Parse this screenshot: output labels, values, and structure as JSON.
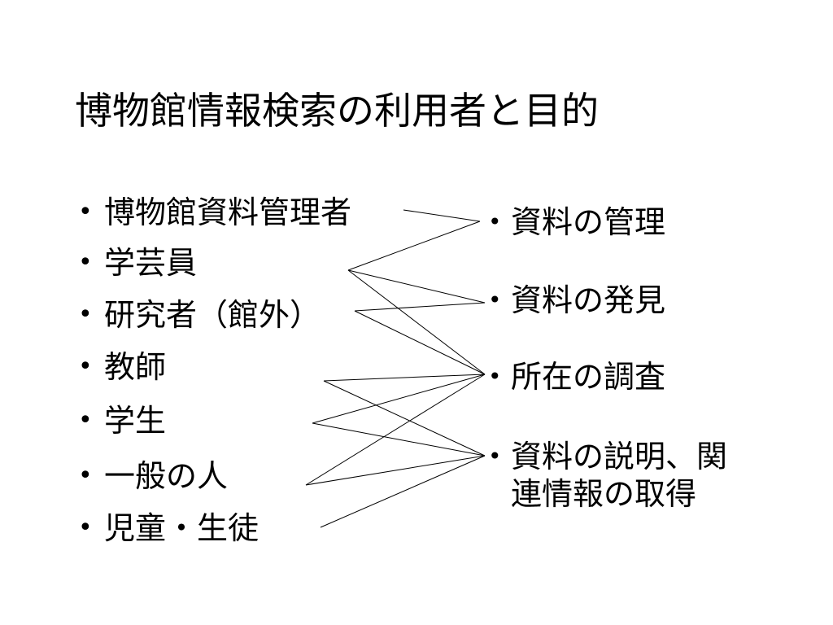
{
  "slide": {
    "title": "博物館情報検索の利用者と目的"
  },
  "diagram": {
    "bullet_symbol": "•",
    "users": [
      {
        "id": "u1",
        "label": "博物館資料管理者"
      },
      {
        "id": "u2",
        "label": "学芸員"
      },
      {
        "id": "u3",
        "label": "研究者（館外）"
      },
      {
        "id": "u4",
        "label": "教師"
      },
      {
        "id": "u5",
        "label": "学生"
      },
      {
        "id": "u6",
        "label": "一般の人"
      },
      {
        "id": "u7",
        "label": "児童・生徒"
      }
    ],
    "purposes": [
      {
        "id": "p1",
        "label": "資料の管理"
      },
      {
        "id": "p2",
        "label": "資料の発見"
      },
      {
        "id": "p3",
        "label": "所在の調査"
      },
      {
        "id": "p4",
        "line1": "資料の説明、関",
        "line2": "連情報の取得"
      }
    ],
    "edges": [
      {
        "from": "u1",
        "to": "p1"
      },
      {
        "from": "u2",
        "to": "p1"
      },
      {
        "from": "u2",
        "to": "p2"
      },
      {
        "from": "u2",
        "to": "p3"
      },
      {
        "from": "u3",
        "to": "p2"
      },
      {
        "from": "u3",
        "to": "p3"
      },
      {
        "from": "u4",
        "to": "p3"
      },
      {
        "from": "u4",
        "to": "p4"
      },
      {
        "from": "u5",
        "to": "p3"
      },
      {
        "from": "u5",
        "to": "p4"
      },
      {
        "from": "u6",
        "to": "p3"
      },
      {
        "from": "u6",
        "to": "p4"
      },
      {
        "from": "u7",
        "to": "p4"
      }
    ]
  }
}
